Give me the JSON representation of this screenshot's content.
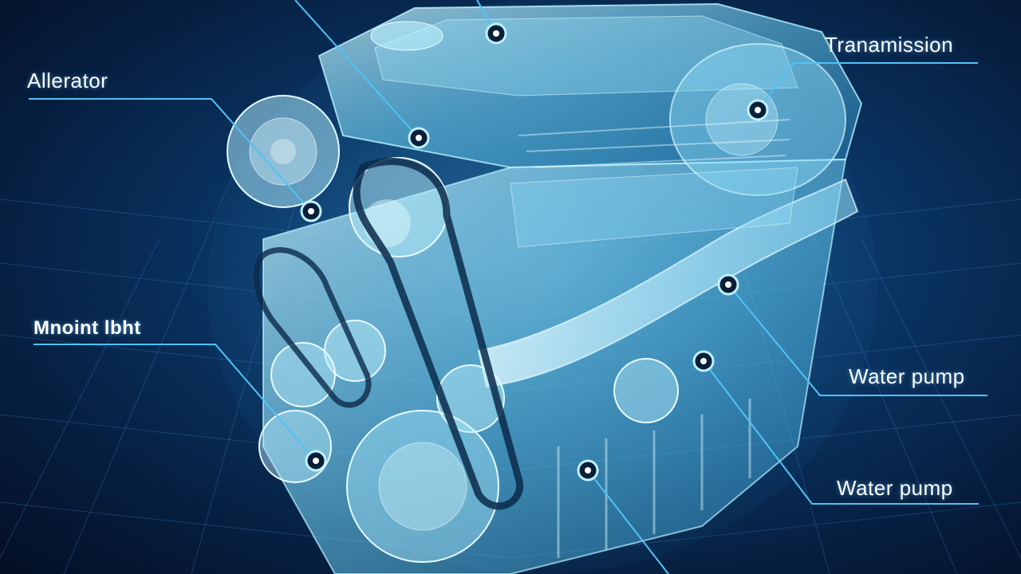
{
  "labels": {
    "alternator": "Allerator",
    "mount": "Mnoint lbht",
    "transmission": "Tranamission",
    "water_pump_upper": "Water pump",
    "water_pump_lower": "Water pump"
  },
  "colors": {
    "leader_line": "#4fc3f7",
    "engine_glow": "#8fe3ff",
    "background_center": "#0d4f86",
    "background_edge": "#040f24"
  }
}
